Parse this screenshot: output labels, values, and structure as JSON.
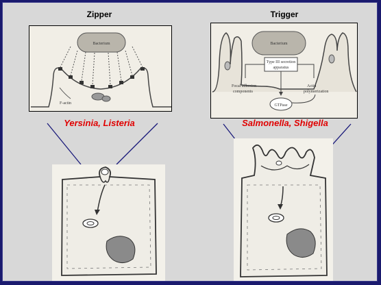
{
  "left": {
    "title": "Zipper",
    "caption": "Yersinia, Listeria",
    "diagram": {
      "bacterium": "Bacterium",
      "factin": "F-actin"
    }
  },
  "right": {
    "title": "Trigger",
    "caption": "Salmonella, Shigella",
    "diagram": {
      "bacterium": "Bacterium",
      "secretion1": "Type III secretion",
      "secretion2": "apparatus",
      "focal1": "Focal adhesion",
      "focal2": "components",
      "actin1": "Actin",
      "actin2": "polymerization",
      "gtpase": "GTPase"
    }
  },
  "colors": {
    "background": "#d8d8d8",
    "caption": "#e00000",
    "connector": "#1a1a7a"
  }
}
